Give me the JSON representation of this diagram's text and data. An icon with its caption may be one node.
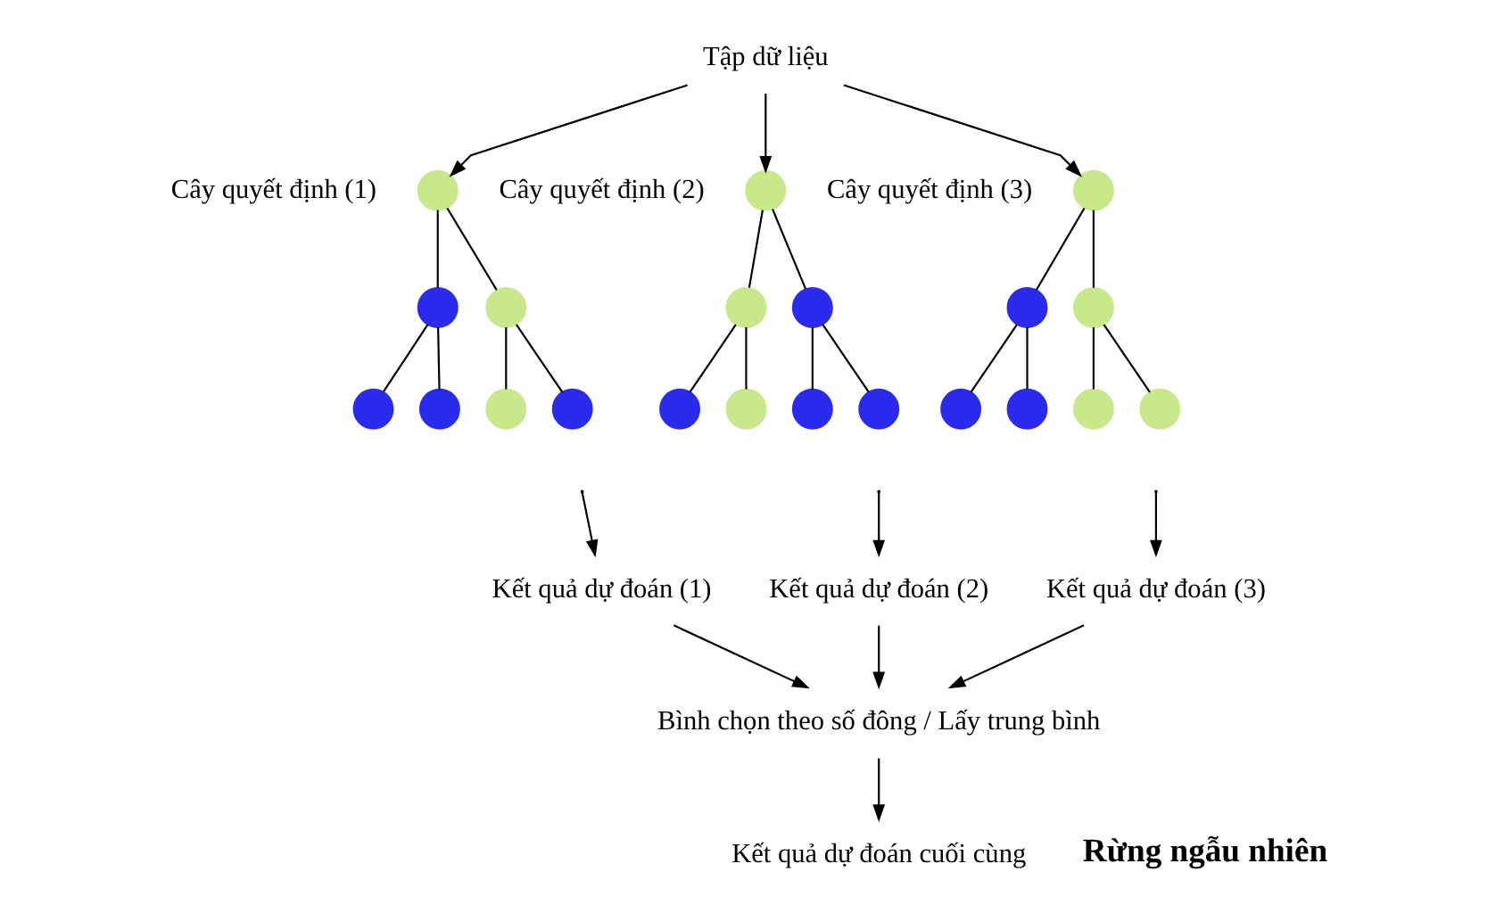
{
  "diagram": {
    "nodes": [
      {
        "text": [
          "Tập dữ liệu"
        ]
      },
      {
        "text": [],
        "shape": "circle",
        "beside": [
          "Cây quyết định (1)"
        ]
      },
      {
        "text": [],
        "shape": "circle"
      },
      {
        "text": [],
        "shape": "circle"
      },
      {
        "text": [],
        "shape": "circle"
      },
      {
        "text": [],
        "shape": "circle"
      },
      {
        "text": [],
        "shape": "circle"
      },
      {
        "text": [],
        "shape": "circle"
      },
      {
        "text": [
          "Kết quả dự đoán (1)"
        ]
      },
      {
        "text": [],
        "shape": "circle",
        "beside": [
          "Cây quyết định (2)"
        ]
      },
      {
        "text": [],
        "shape": "circle"
      },
      {
        "text": [],
        "shape": "circle"
      },
      {
        "text": [],
        "shape": "circle"
      },
      {
        "text": [],
        "shape": "circle"
      },
      {
        "text": [],
        "shape": "circle"
      },
      {
        "text": [],
        "shape": "circle"
      },
      {
        "text": [
          "Kết quả dự đoán (2)"
        ]
      },
      {
        "text": [],
        "shape": "circle",
        "beside": [
          "Cây quyết định (3)"
        ]
      },
      {
        "text": [],
        "shape": "circle"
      },
      {
        "text": [],
        "shape": "circle"
      },
      {
        "text": [],
        "shape": "circle"
      },
      {
        "text": [],
        "shape": "circle"
      },
      {
        "text": [],
        "shape": "circle"
      },
      {
        "text": [],
        "shape": "circle"
      },
      {
        "text": [
          "Kết quả dự đoán (3)"
        ]
      },
      {
        "text": [
          "Bình chọn theo số đông / Lấy trung bình"
        ]
      },
      {
        "text": [
          "Kết quả dự đoán cuối cùng"
        ]
      }
    ],
    "edges": [
      {
        "from": 0,
        "to": 1,
        "arrow": "to"
      },
      {
        "from": 0,
        "to": 9,
        "arrow": "to"
      },
      {
        "from": 0,
        "to": 17,
        "arrow": "to"
      },
      {
        "from": 1,
        "to": 2,
        "arrow": "none"
      },
      {
        "from": 1,
        "to": 3,
        "arrow": "none"
      },
      {
        "from": 2,
        "to": 4,
        "arrow": "none"
      },
      {
        "from": 2,
        "to": 5,
        "arrow": "none"
      },
      {
        "from": 3,
        "to": 6,
        "arrow": "none"
      },
      {
        "from": 3,
        "to": 7,
        "arrow": "none"
      },
      {
        "from": null,
        "to": 8,
        "arrow": "to"
      },
      {
        "from": 9,
        "to": 10,
        "arrow": "none"
      },
      {
        "from": 9,
        "to": 11,
        "arrow": "none"
      },
      {
        "from": 10,
        "to": 12,
        "arrow": "none"
      },
      {
        "from": 10,
        "to": 13,
        "arrow": "none"
      },
      {
        "from": 11,
        "to": 14,
        "arrow": "none"
      },
      {
        "from": 11,
        "to": 15,
        "arrow": "none"
      },
      {
        "from": null,
        "to": 16,
        "arrow": "to"
      },
      {
        "from": 17,
        "to": 18,
        "arrow": "none"
      },
      {
        "from": 17,
        "to": 19,
        "arrow": "none"
      },
      {
        "from": 18,
        "to": 20,
        "arrow": "none"
      },
      {
        "from": 18,
        "to": 21,
        "arrow": "none"
      },
      {
        "from": 19,
        "to": 22,
        "arrow": "none"
      },
      {
        "from": 19,
        "to": 23,
        "arrow": "none"
      },
      {
        "from": null,
        "to": 24,
        "arrow": "to"
      },
      {
        "from": 8,
        "to": 25,
        "arrow": "to"
      },
      {
        "from": 16,
        "to": 25,
        "arrow": "to"
      },
      {
        "from": 24,
        "to": 25,
        "arrow": "to"
      },
      {
        "from": 25,
        "to": 26,
        "arrow": "to"
      }
    ],
    "labels": [
      "Rừng ngẫu nhiên"
    ]
  }
}
